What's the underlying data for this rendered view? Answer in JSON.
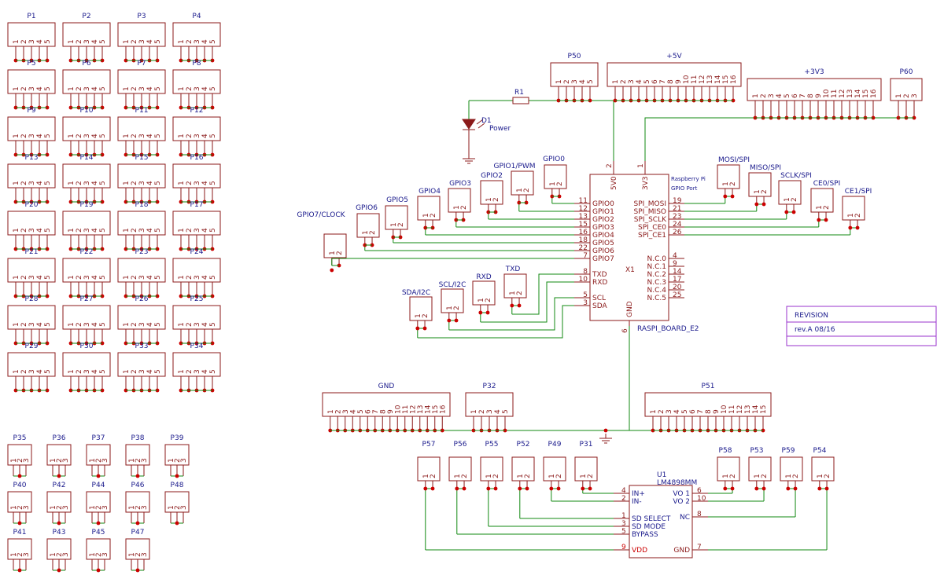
{
  "colors": {
    "body": "#8b1a1a",
    "wire": "#118811",
    "dot": "#cc0000",
    "text": "#1a1a8c",
    "frame": "#9933cc"
  },
  "grid_connectors": {
    "rows": [
      [
        "P1",
        "P2",
        "P3",
        "P4"
      ],
      [
        "P5",
        "P6",
        "P7",
        "P8"
      ],
      [
        "P9",
        "P10",
        "P11",
        "P12"
      ],
      [
        "P13",
        "P14",
        "P15",
        "P16"
      ],
      [
        "P20",
        "P19",
        "P18",
        "P17"
      ],
      [
        "P21",
        "P22",
        "P23",
        "P24"
      ],
      [
        "P28",
        "P27",
        "P26",
        "P25"
      ],
      [
        "P29",
        "P30",
        "P33",
        "P34"
      ]
    ],
    "pins": [
      "1",
      "2",
      "3",
      "4",
      "5"
    ]
  },
  "small_connectors": {
    "rows": [
      [
        "P35",
        "P36",
        "P37",
        "P38",
        "P39"
      ],
      [
        "P40",
        "P42",
        "P44",
        "P46",
        "P48"
      ],
      [
        "P41",
        "P43",
        "P45",
        "P47"
      ]
    ],
    "pins": [
      "1",
      "2",
      "3"
    ]
  },
  "top_connectors": [
    {
      "name": "P50",
      "pins": [
        "1",
        "2",
        "3",
        "4",
        "5"
      ]
    },
    {
      "name": "+5V",
      "pins": [
        "1",
        "2",
        "3",
        "4",
        "5",
        "6",
        "7",
        "8",
        "9",
        "10",
        "11",
        "12",
        "13",
        "14",
        "15",
        "16"
      ]
    },
    {
      "name": "+3V3",
      "pins": [
        "1",
        "2",
        "3",
        "4",
        "5",
        "6",
        "7",
        "8",
        "9",
        "10",
        "11",
        "12",
        "13",
        "14",
        "15",
        "16"
      ]
    },
    {
      "name": "P60",
      "pins": [
        "1",
        "2",
        "3"
      ]
    }
  ],
  "bottom_connectors": [
    {
      "name": "GND",
      "pins": [
        "1",
        "2",
        "3",
        "4",
        "5",
        "6",
        "7",
        "8",
        "9",
        "10",
        "11",
        "12",
        "13",
        "14",
        "15",
        "16"
      ]
    },
    {
      "name": "P32",
      "pins": [
        "1",
        "2",
        "3",
        "4",
        "5"
      ]
    },
    {
      "name": "P51",
      "pins": [
        "1",
        "2",
        "3",
        "4",
        "5",
        "6",
        "7",
        "8",
        "9",
        "10",
        "11",
        "12",
        "13",
        "14",
        "15"
      ]
    }
  ],
  "resistor": {
    "name": "R1"
  },
  "led": {
    "name": "D1",
    "value": "Power"
  },
  "raspi": {
    "name": "X1",
    "value": "RASPI_BOARD_E2",
    "title": "Raspberry Pi",
    "subtitle": "GPIO Port",
    "top_pins": [
      {
        "name": "5V0",
        "num": "2"
      },
      {
        "name": "3V3",
        "num": "1"
      }
    ],
    "bottom_pin": {
      "name": "GND",
      "num": "6"
    },
    "left_pins": [
      {
        "name": "GPIO0",
        "num": "11"
      },
      {
        "name": "GPIO1",
        "num": "12"
      },
      {
        "name": "GPIO2",
        "num": "13"
      },
      {
        "name": "GPIO3",
        "num": "15"
      },
      {
        "name": "GPIO4",
        "num": "16"
      },
      {
        "name": "GPIO5",
        "num": "18"
      },
      {
        "name": "GPIO6",
        "num": "22"
      },
      {
        "name": "GPIO7",
        "num": "7"
      },
      {
        "name": "TXD",
        "num": "8"
      },
      {
        "name": "RXD",
        "num": "10"
      },
      {
        "name": "SCL",
        "num": "5"
      },
      {
        "name": "SDA",
        "num": "3"
      }
    ],
    "right_pins": [
      {
        "name": "SPI_MOSI",
        "num": "19"
      },
      {
        "name": "SPI_MISO",
        "num": "21"
      },
      {
        "name": "SPI_SCLK",
        "num": "23"
      },
      {
        "name": "SPI_CE0",
        "num": "24"
      },
      {
        "name": "SPI_CE1",
        "num": "26"
      },
      {
        "name": "N.C.0",
        "num": "4"
      },
      {
        "name": "N.C.1",
        "num": "9"
      },
      {
        "name": "N.C.2",
        "num": "14"
      },
      {
        "name": "N.C.3",
        "num": "17"
      },
      {
        "name": "N.C.4",
        "num": "20"
      },
      {
        "name": "N.C.5",
        "num": "25"
      }
    ]
  },
  "gpio_headers": [
    "GPIO7/CLOCK",
    "GPIO6",
    "GPIO5",
    "GPIO4",
    "GPIO3",
    "GPIO2",
    "GPIO1/PWM",
    "GPIO0"
  ],
  "uart_headers": [
    "SDA/I2C",
    "SCL/I2C",
    "RXD",
    "TXD"
  ],
  "spi_headers": [
    "MOSI/SPI",
    "MISO/SPI",
    "SCLK/SPI",
    "CE0/SPI",
    "CE1/SPI"
  ],
  "amp_headers_left": [
    "P57",
    "P56",
    "P55",
    "P52",
    "P49",
    "P31"
  ],
  "amp_headers_right": [
    "P58",
    "P53",
    "P59",
    "P54"
  ],
  "header_pins": [
    "1",
    "2"
  ],
  "amp": {
    "name": "U1",
    "value": "LM4898MM",
    "left_pins": [
      {
        "name": "IN+",
        "num": "4"
      },
      {
        "name": "IN-",
        "num": "2"
      },
      {
        "name": "SD SELECT",
        "num": "1"
      },
      {
        "name": "SD MODE",
        "num": "3"
      },
      {
        "name": "BYPASS",
        "num": "5"
      },
      {
        "name": "VDD",
        "num": "9"
      }
    ],
    "right_pins": [
      {
        "name": "VO 1",
        "num": "6"
      },
      {
        "name": "VO 2",
        "num": "10"
      },
      {
        "name": "NC",
        "num": "8"
      },
      {
        "name": "GND",
        "num": "7"
      }
    ]
  },
  "revision": {
    "title": "REVISION",
    "value": "rev.A 08/16"
  }
}
